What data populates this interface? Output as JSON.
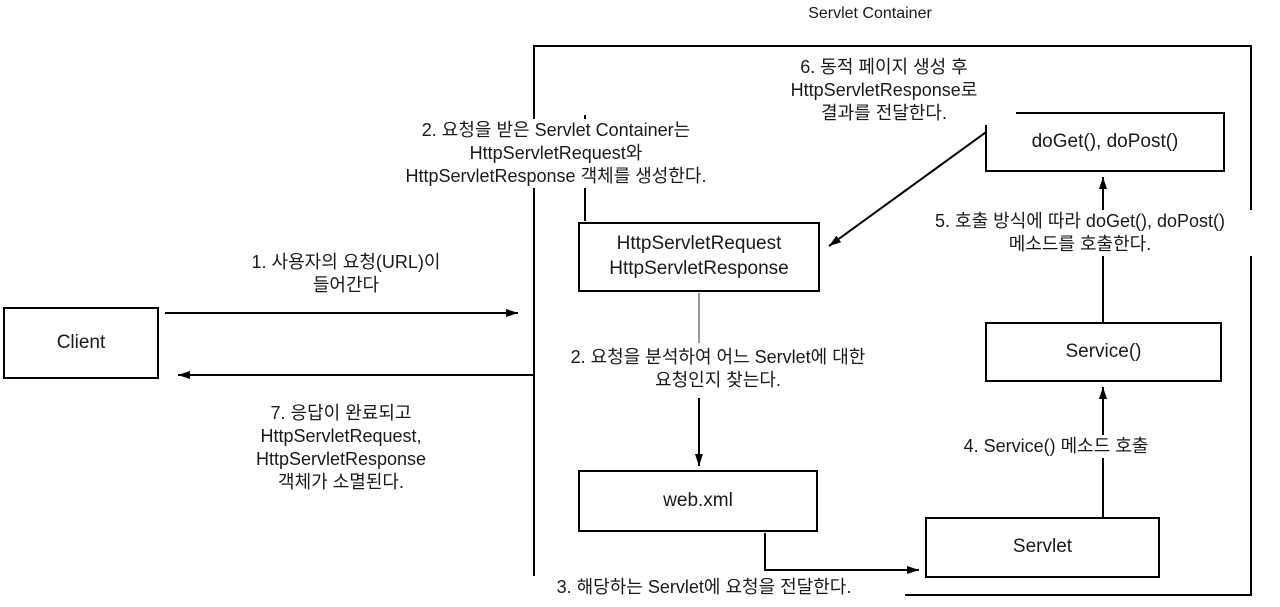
{
  "title": "Servlet Container",
  "nodes": {
    "client": {
      "label": "Client"
    },
    "request_response": {
      "label": "HttpServletRequest\nHttpServletResponse"
    },
    "do_get_do_post": {
      "label": "doGet(), doPost()"
    },
    "service": {
      "label": "Service()"
    },
    "web_xml": {
      "label": "web.xml"
    },
    "servlet": {
      "label": "Servlet"
    }
  },
  "annotations": {
    "step1": "1. 사용자의 요청(URL)이\n들어간다",
    "step2_create": "2. 요청을 받은 Servlet Container는\nHttpServletRequest와\nHttpServletResponse 객체를 생성한다.",
    "step2_analyze": "2. 요청을 분석하여 어느 Servlet에 대한\n요청인지 찾는다.",
    "step3": "3. 해당하는 Servlet에 요청을 전달한다.",
    "step4": "4. Service() 메소드 호출",
    "step5": "5. 호출 방식에 따라 doGet(), doPost()\n메소드를 호출한다.",
    "step6": "6. 동적 페이지 생성 후\nHttpServletResponse로\n결과를 전달한다.",
    "step7": "7. 응답이 완료되고\nHttpServletRequest,\nHttpServletResponse\n객체가 소멸된다."
  },
  "colors": {
    "line": "#000000",
    "muted_line": "#999999",
    "background": "#ffffff",
    "text": "#1a1a1a"
  }
}
